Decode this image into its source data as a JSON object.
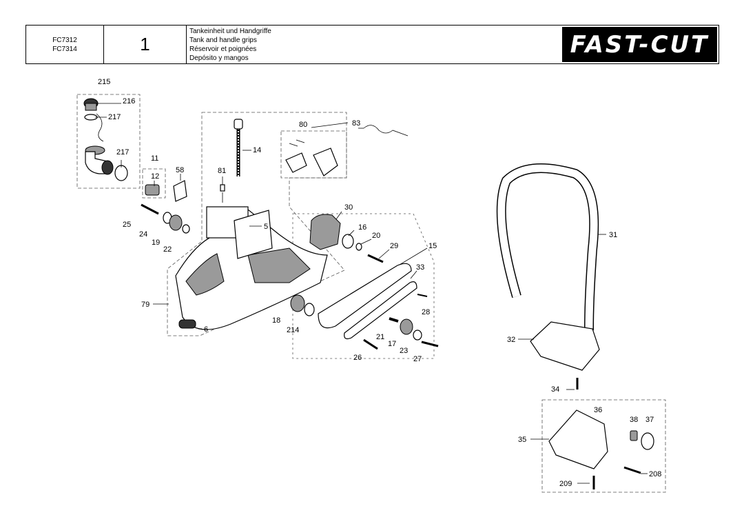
{
  "header": {
    "models": [
      "FC7312",
      "FC7314"
    ],
    "page": "1",
    "titles": [
      "Tankeinheit und Handgriffe",
      "Tank and handle grips",
      "Réservoir et poignées",
      "Depósito y mangos"
    ],
    "logo": "FAST-CUT"
  },
  "callouts": {
    "c215": "215",
    "c216": "216",
    "c217a": "217",
    "c217b": "217",
    "c11": "11",
    "c12": "12",
    "c58": "58",
    "c81": "81",
    "c14": "14",
    "c80": "80",
    "c83": "83",
    "c25": "25",
    "c24": "24",
    "c19": "19",
    "c22": "22",
    "c5": "5",
    "c30": "30",
    "c16": "16",
    "c20": "20",
    "c29": "29",
    "c15": "15",
    "c33": "33",
    "c79": "79",
    "c18": "18",
    "c214": "214",
    "c6": "6",
    "c28": "28",
    "c21": "21",
    "c17": "17",
    "c26": "26",
    "c23": "23",
    "c27": "27",
    "c31": "31",
    "c32": "32",
    "c34": "34",
    "c36": "36",
    "c38": "38",
    "c37": "37",
    "c35": "35",
    "c209": "209",
    "c208": "208"
  }
}
